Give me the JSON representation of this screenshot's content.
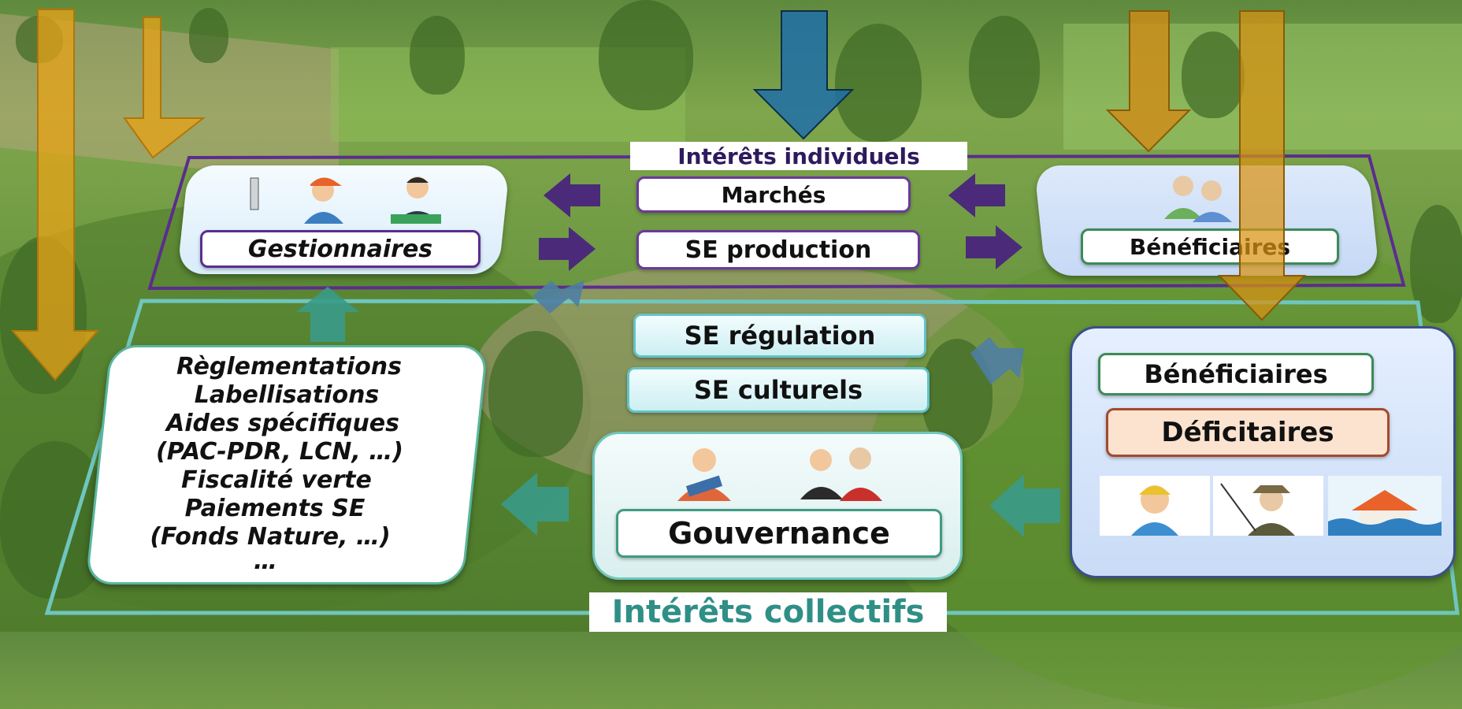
{
  "planes": {
    "individual_label": "Intérêts individuels",
    "collective_label": "Intérêts collectifs"
  },
  "managers": {
    "label": "Gestionnaires"
  },
  "center_top": {
    "markets": "Marchés",
    "se_production": "SE production"
  },
  "beneficiaries_top": {
    "label": "Bénéficiaires"
  },
  "center_bottom": {
    "se_regulation": "SE régulation",
    "se_cultural": "SE culturels"
  },
  "governance": {
    "label": "Gouvernance"
  },
  "beneficiaries_bottom": {
    "beneficiaries": "Bénéficiaires",
    "deficit": "Déficitaires"
  },
  "instruments": {
    "items": [
      "Règlementations",
      "Labellisations",
      "Aides spécifiques",
      "(PAC-PDR, LCN, …)",
      "Fiscalité verte",
      "Paiements SE",
      "(Fonds Nature, …)",
      "…"
    ]
  },
  "colors": {
    "individual_plane": "#5b2d8e",
    "collective_plane": "#6fc6be",
    "orange_arrow": "#e8a317",
    "blue_arrow": "#1f6fa8",
    "purple_arrow": "#4b2a7a",
    "teal_arrow": "#3a9a88",
    "steel_arrow": "#4f7ea3",
    "deficit_fill": "#fbe3cf"
  },
  "icons": [
    "farmer-icon",
    "businessman-icon",
    "beneficiary-pair-icon",
    "governance-worker-icon",
    "governance-group-icon",
    "hiker-icon",
    "fisherman-icon",
    "flood-icon"
  ]
}
